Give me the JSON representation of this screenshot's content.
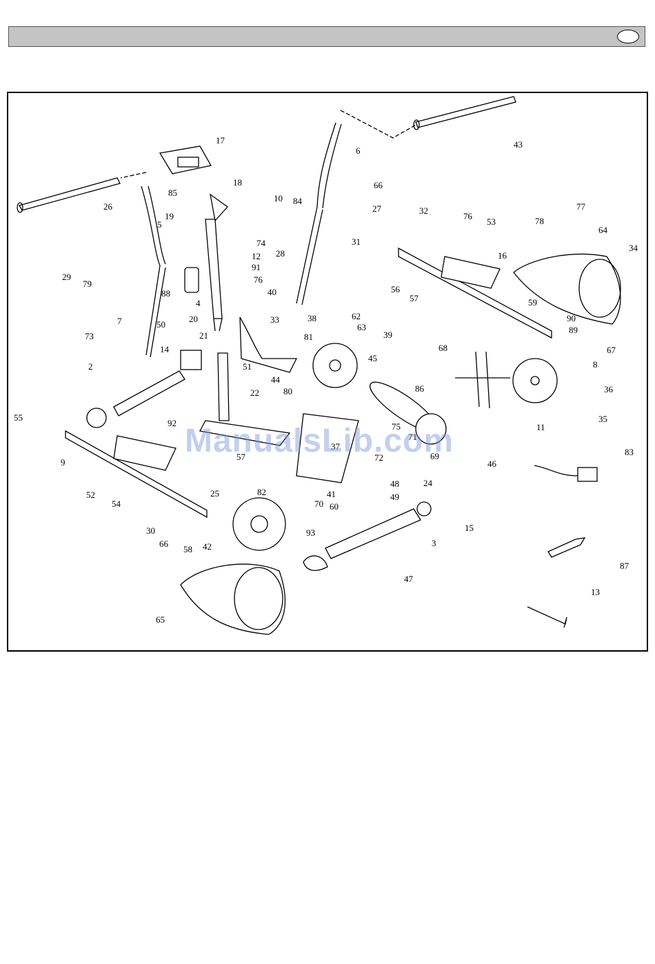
{
  "header": {
    "badge_text": ""
  },
  "watermark": "ManualsLib.com",
  "parts": [
    {
      "id": "17",
      "label": "17"
    },
    {
      "id": "85",
      "label": "85"
    },
    {
      "id": "18",
      "label": "18"
    },
    {
      "id": "26",
      "label": "26"
    },
    {
      "id": "6",
      "label": "6"
    },
    {
      "id": "43",
      "label": "43"
    },
    {
      "id": "66a",
      "label": "66"
    },
    {
      "id": "27",
      "label": "27"
    },
    {
      "id": "10",
      "label": "10"
    },
    {
      "id": "84",
      "label": "84"
    },
    {
      "id": "19",
      "label": "19"
    },
    {
      "id": "5",
      "label": "5"
    },
    {
      "id": "28",
      "label": "28"
    },
    {
      "id": "74",
      "label": "74"
    },
    {
      "id": "12",
      "label": "12"
    },
    {
      "id": "91",
      "label": "91"
    },
    {
      "id": "76a",
      "label": "76"
    },
    {
      "id": "29",
      "label": "29"
    },
    {
      "id": "79",
      "label": "79"
    },
    {
      "id": "88",
      "label": "88"
    },
    {
      "id": "40",
      "label": "40"
    },
    {
      "id": "4",
      "label": "4"
    },
    {
      "id": "32",
      "label": "32"
    },
    {
      "id": "76b",
      "label": "76"
    },
    {
      "id": "53",
      "label": "53"
    },
    {
      "id": "31",
      "label": "31"
    },
    {
      "id": "78",
      "label": "78"
    },
    {
      "id": "77",
      "label": "77"
    },
    {
      "id": "64",
      "label": "64"
    },
    {
      "id": "34",
      "label": "34"
    },
    {
      "id": "16",
      "label": "16"
    },
    {
      "id": "56",
      "label": "56"
    },
    {
      "id": "57a",
      "label": "57"
    },
    {
      "id": "59",
      "label": "59"
    },
    {
      "id": "90",
      "label": "90"
    },
    {
      "id": "89",
      "label": "89"
    },
    {
      "id": "67",
      "label": "67"
    },
    {
      "id": "8",
      "label": "8"
    },
    {
      "id": "7",
      "label": "7"
    },
    {
      "id": "33",
      "label": "33"
    },
    {
      "id": "20",
      "label": "20"
    },
    {
      "id": "38",
      "label": "38"
    },
    {
      "id": "62",
      "label": "62"
    },
    {
      "id": "63",
      "label": "63"
    },
    {
      "id": "39",
      "label": "39"
    },
    {
      "id": "50",
      "label": "50"
    },
    {
      "id": "21",
      "label": "21"
    },
    {
      "id": "81",
      "label": "81"
    },
    {
      "id": "73",
      "label": "73"
    },
    {
      "id": "14",
      "label": "14"
    },
    {
      "id": "45",
      "label": "45"
    },
    {
      "id": "68",
      "label": "68"
    },
    {
      "id": "36",
      "label": "36"
    },
    {
      "id": "2",
      "label": "2"
    },
    {
      "id": "51",
      "label": "51"
    },
    {
      "id": "44",
      "label": "44"
    },
    {
      "id": "86",
      "label": "86"
    },
    {
      "id": "22",
      "label": "22"
    },
    {
      "id": "80",
      "label": "80"
    },
    {
      "id": "35",
      "label": "35"
    },
    {
      "id": "55",
      "label": "55"
    },
    {
      "id": "92",
      "label": "92"
    },
    {
      "id": "75",
      "label": "75"
    },
    {
      "id": "11",
      "label": "11"
    },
    {
      "id": "71",
      "label": "71"
    },
    {
      "id": "69",
      "label": "69"
    },
    {
      "id": "46",
      "label": "46"
    },
    {
      "id": "83",
      "label": "83"
    },
    {
      "id": "9",
      "label": "9"
    },
    {
      "id": "57b",
      "label": "57"
    },
    {
      "id": "37",
      "label": "37"
    },
    {
      "id": "72",
      "label": "72"
    },
    {
      "id": "48",
      "label": "48"
    },
    {
      "id": "24",
      "label": "24"
    },
    {
      "id": "52",
      "label": "52"
    },
    {
      "id": "25",
      "label": "25"
    },
    {
      "id": "82",
      "label": "82"
    },
    {
      "id": "41",
      "label": "41"
    },
    {
      "id": "49",
      "label": "49"
    },
    {
      "id": "54",
      "label": "54"
    },
    {
      "id": "70",
      "label": "70"
    },
    {
      "id": "60",
      "label": "60"
    },
    {
      "id": "30",
      "label": "30"
    },
    {
      "id": "93",
      "label": "93"
    },
    {
      "id": "15",
      "label": "15"
    },
    {
      "id": "66b",
      "label": "66"
    },
    {
      "id": "58",
      "label": "58"
    },
    {
      "id": "42",
      "label": "42"
    },
    {
      "id": "3",
      "label": "3"
    },
    {
      "id": "87",
      "label": "87"
    },
    {
      "id": "47",
      "label": "47"
    },
    {
      "id": "13",
      "label": "13"
    },
    {
      "id": "65",
      "label": "65"
    }
  ]
}
